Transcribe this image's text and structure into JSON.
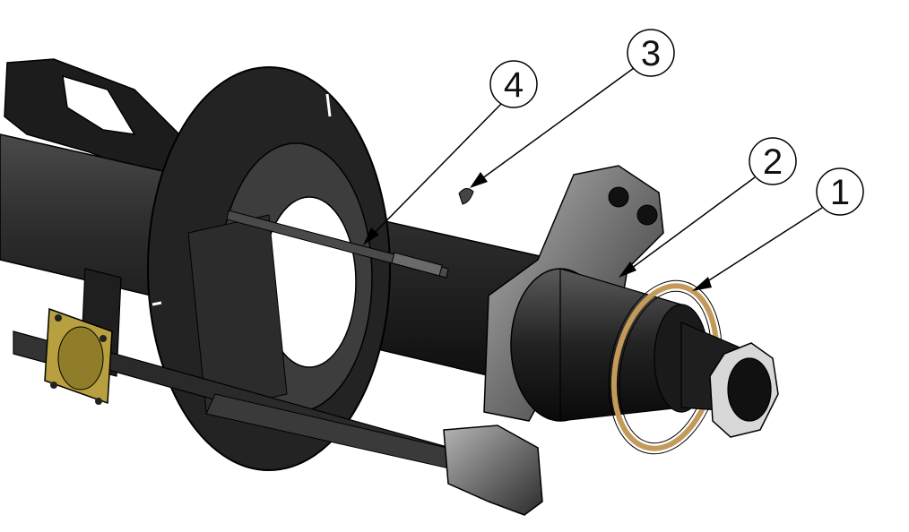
{
  "callouts": [
    {
      "number": "1"
    },
    {
      "number": "2"
    },
    {
      "number": "3"
    },
    {
      "number": "4"
    }
  ],
  "colors": {
    "part_dark": "#2a2a2a",
    "part_mid": "#3a3a3a",
    "part_light": "#8c8c8c",
    "caliper": "#6e6e6e",
    "ring_gold": "#c49a5a",
    "flange_gold": "#b8a040",
    "background": "#ffffff",
    "leader": "#000000"
  }
}
